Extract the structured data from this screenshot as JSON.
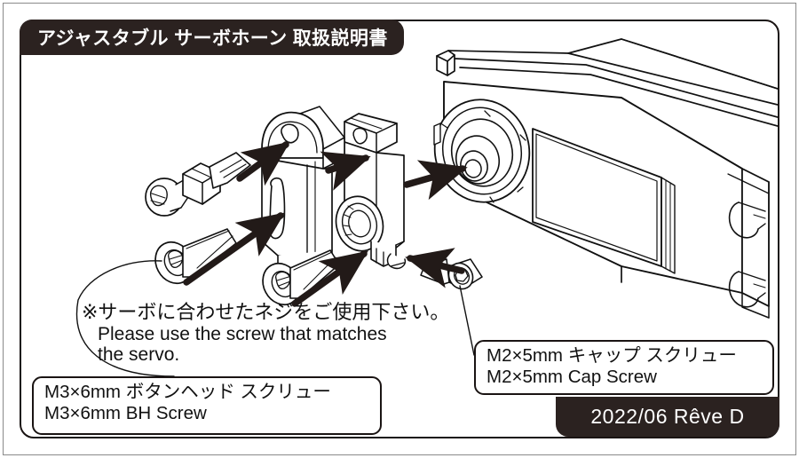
{
  "document": {
    "title_jp": "アジャスタブル サーボホーン 取扱説明書",
    "date_version": "2022/06 Rêve D"
  },
  "note": {
    "jp": "※サーボに合わせたネジをご使用下さい。",
    "en_line1": "Please use the screw that matches",
    "en_line2": "the servo."
  },
  "callouts": {
    "m3": {
      "jp": "M3×6mm ボタンヘッド スクリュー",
      "en": "M3×6mm BH Screw"
    },
    "m2": {
      "jp": "M2×5mm キャップ スクリュー",
      "en": "M2×5mm Cap Screw"
    }
  },
  "colors": {
    "banner": "#2b2220",
    "line": "#1a1413",
    "paper": "#ffffff",
    "border": "#8a8a8a"
  },
  "illustration": {
    "caption": "exploded assembly diagram of adjustable servo horn mounted on servo",
    "parts": [
      "ball-end stud screw",
      "M3x6mm button head screw",
      "servo horn arm",
      "clamp collar arm",
      "M2x5mm cap screw",
      "servo body with splined output shaft"
    ]
  }
}
